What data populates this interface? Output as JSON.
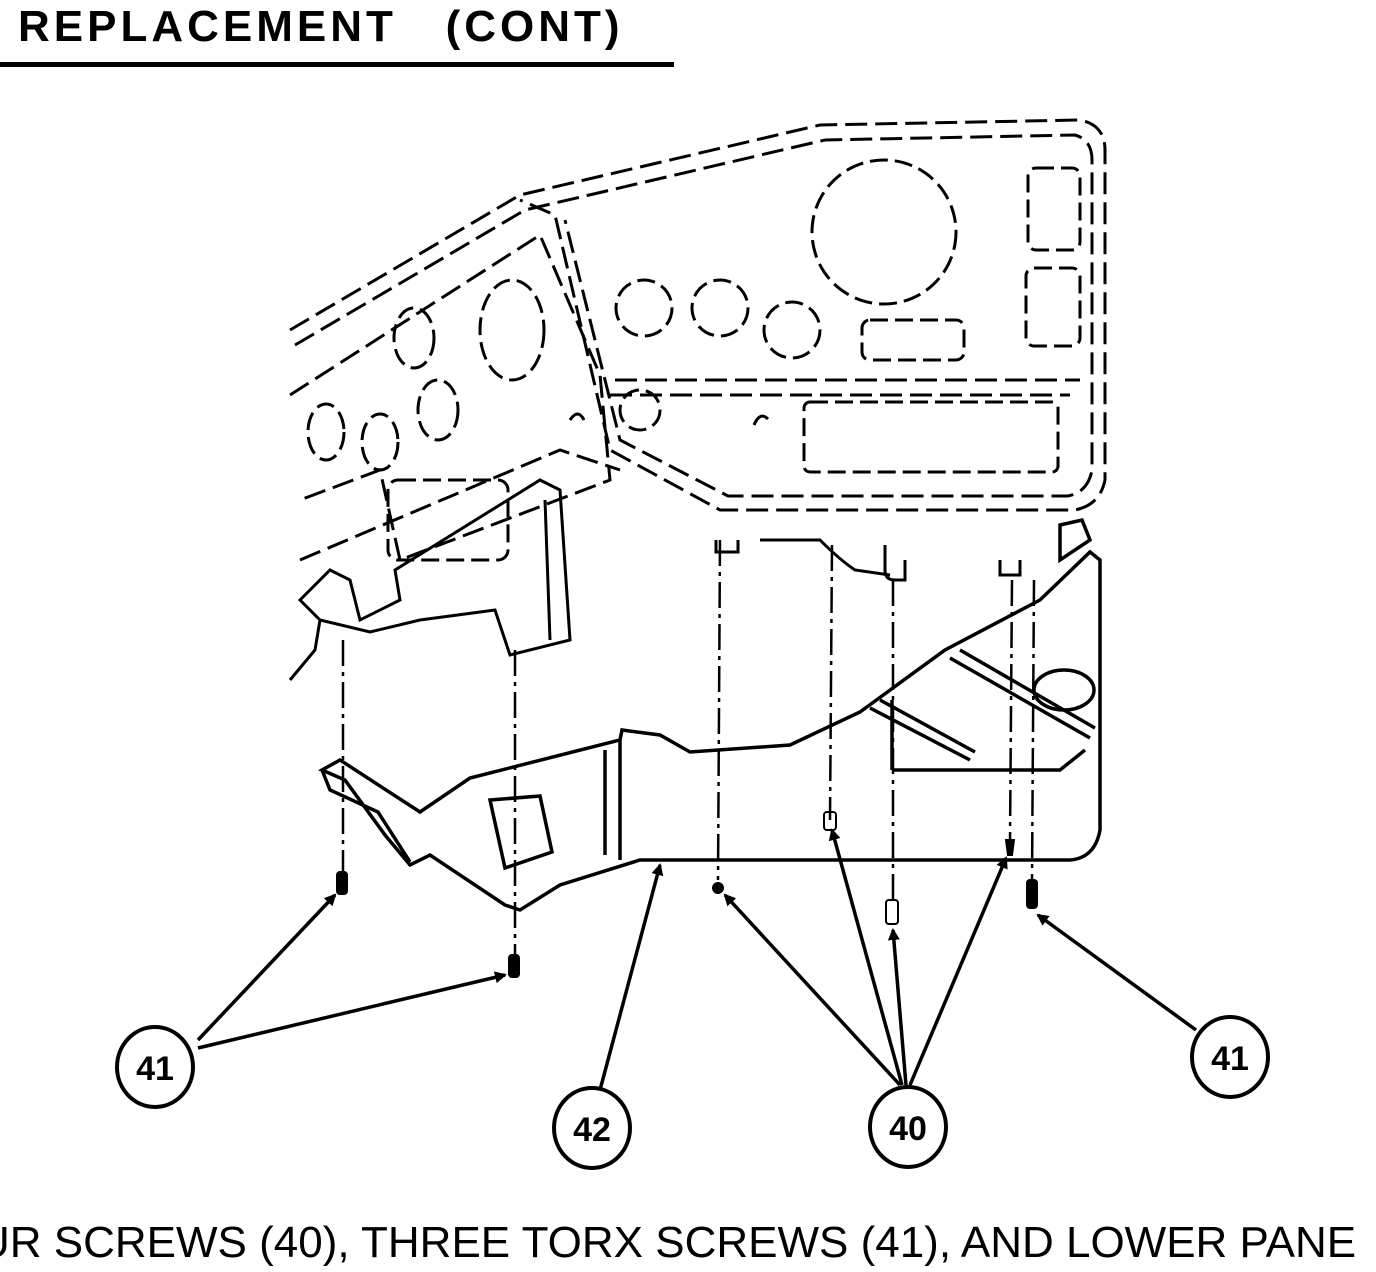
{
  "heading": "REPLACEMENT   (CONT)",
  "caption": "UR SCREWS (40), THREE TORX SCREWS (41), AND LOWER PANE",
  "callouts": {
    "c41_left": "41",
    "c42": "42",
    "c40": "40",
    "c41_right": "41"
  }
}
